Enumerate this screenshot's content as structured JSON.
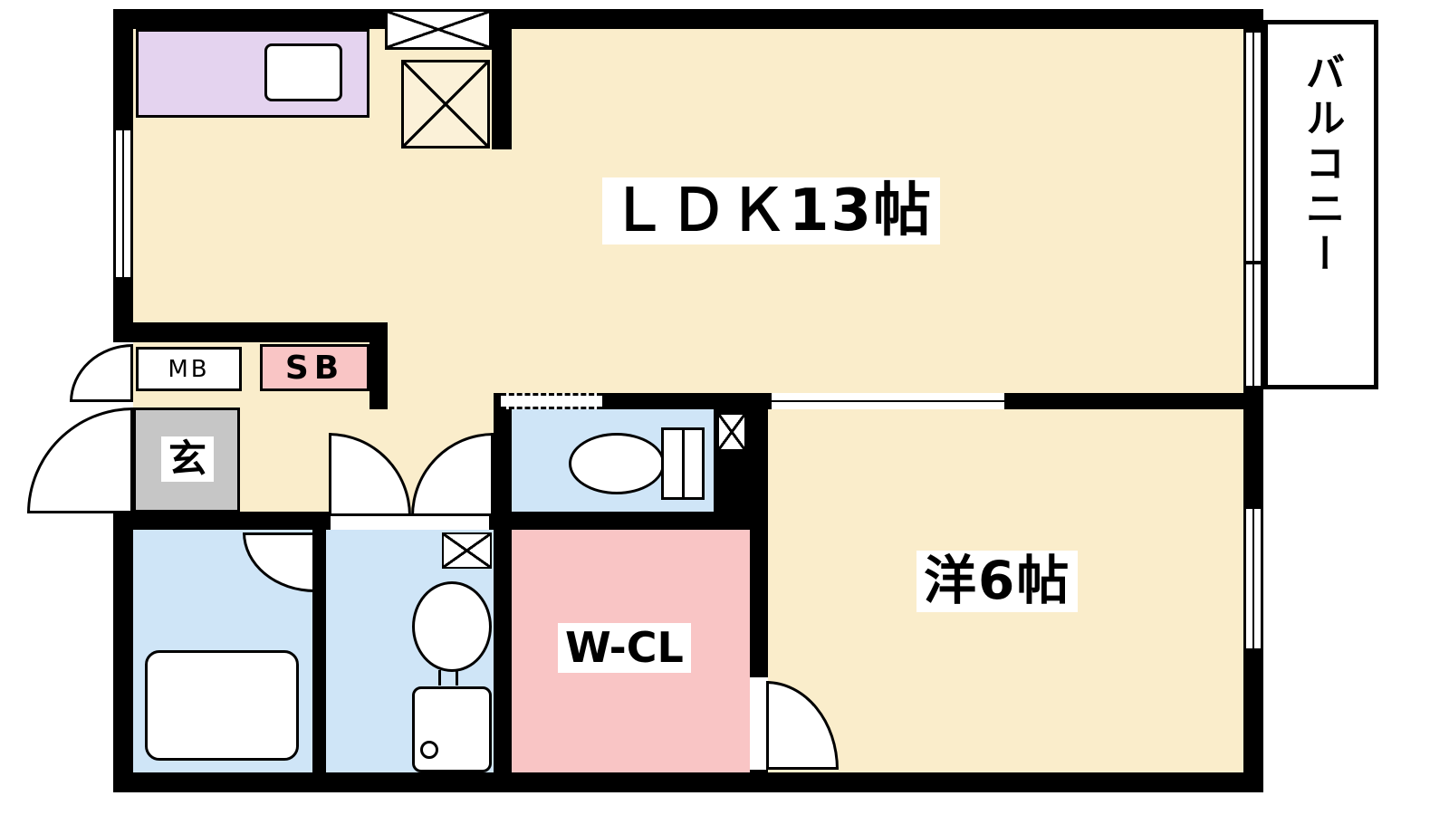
{
  "plan": {
    "type": "apartment-floor-plan",
    "rooms": {
      "ldk": {
        "label": "ＬＤＫ13帖",
        "color": "#FAEDCB"
      },
      "western_room": {
        "label": "洋6帖",
        "color": "#FAEDCB"
      },
      "walk_in_closet": {
        "label": "W-CL",
        "color": "#F9C5C5"
      },
      "balcony": {
        "label": "バルコニー",
        "color": "#FFFFFF"
      },
      "entrance": {
        "label": "玄",
        "color": "#C6C6C6"
      },
      "meter_box": {
        "label": "MB",
        "color": "#FFFFFF"
      },
      "shoe_box": {
        "label": "SB",
        "color": "#F9C5C5"
      },
      "bathroom": {
        "color": "#CFE5F7"
      },
      "washroom": {
        "color": "#CFE5F7"
      },
      "toilet": {
        "color": "#CFE5F7"
      },
      "kitchen_counter": {
        "color": "#E4D3EF"
      }
    },
    "wall_color": "#000000"
  }
}
